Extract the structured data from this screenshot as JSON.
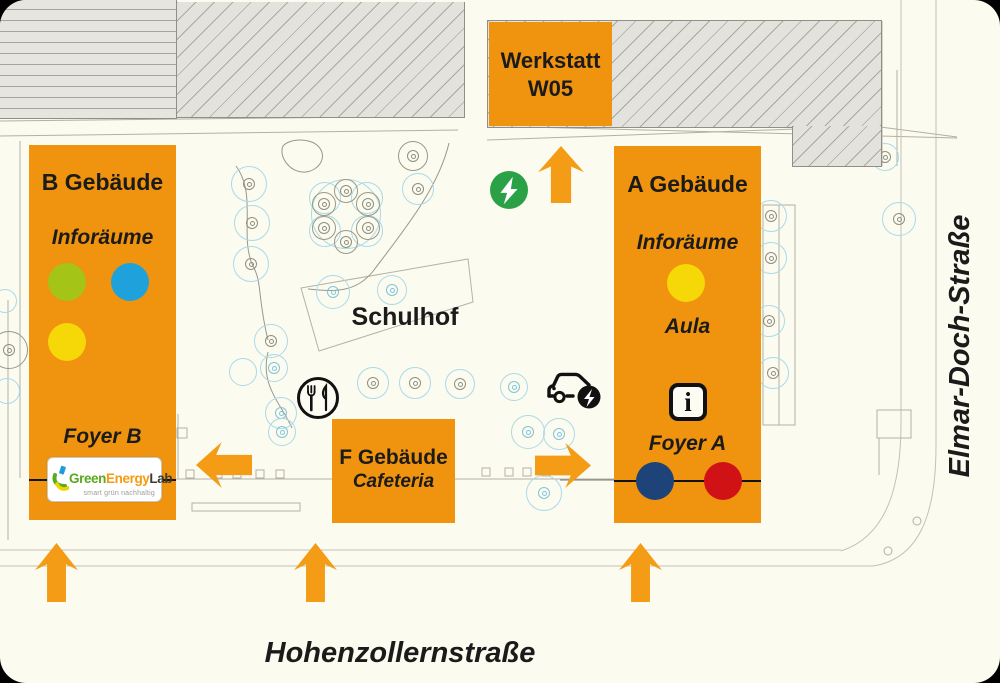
{
  "labels": {
    "courtyard": "Schulhof"
  },
  "streets": {
    "bottom": "Hohenzollernstraße",
    "right": "Elmar-Doch-Straße"
  },
  "buildings": {
    "werkstatt": {
      "line1": "Werkstatt",
      "line2": "W05"
    },
    "a": {
      "name": "A Gebäude",
      "rooms_label": "Inforäume",
      "hall_label": "Aula",
      "foyer_label": "Foyer A"
    },
    "b": {
      "name": "B Gebäude",
      "rooms_label": "Inforäume",
      "foyer_label": "Foyer B"
    },
    "f": {
      "name": "F Gebäude",
      "sub": "Cafeteria"
    }
  },
  "logo": {
    "word1": "Green",
    "word2": "Energy",
    "word3": "Lab",
    "tagline": "smart grün nachhaltig"
  },
  "colors": {
    "box_orange": "#F0930E",
    "arrow_orange": "#F49C15",
    "charging_green": "#2AA147",
    "dot_green": "#A5C418",
    "dot_blue": "#1FA2DB",
    "dot_yellow": "#F6D708",
    "dot_navy": "#1E4378",
    "dot_red": "#D01217",
    "background": "#FCFBF0"
  },
  "icons": {
    "charging_station": "green-bolt-icon",
    "ev_charging": "ev-car-charging-icon",
    "cafeteria": "fork-knife-icon",
    "information": "info-icon"
  }
}
